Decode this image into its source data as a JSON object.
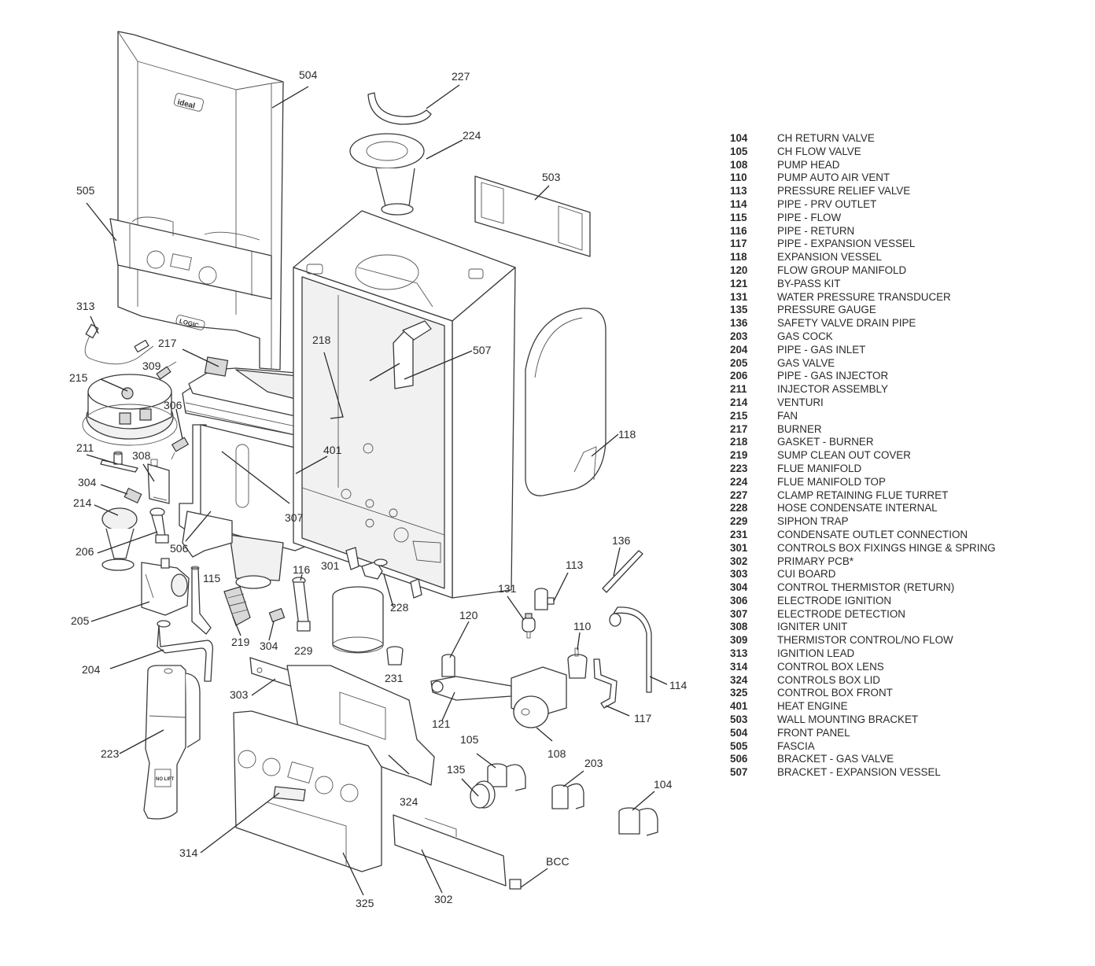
{
  "diagram": {
    "title": "Boiler exploded parts diagram",
    "brand_badge": "ideal",
    "model_badge": "LOGIC",
    "flue_badge": "NO LIFT",
    "callouts": {
      "c504": "504",
      "c505": "505",
      "c313": "313",
      "c217": "217",
      "c218": "218",
      "c309": "309",
      "c215": "215",
      "c306": "306",
      "c211": "211",
      "c308": "308",
      "c304a": "304",
      "c214": "214",
      "c206": "206",
      "c506": "506",
      "c307": "307",
      "c401": "401",
      "c205": "205",
      "c115": "115",
      "c219": "219",
      "c304b": "304",
      "c116": "116",
      "c301": "301",
      "c228": "228",
      "c229": "229",
      "c231": "231",
      "c204": "204",
      "c303": "303",
      "c223": "223",
      "c314": "314",
      "c324": "324",
      "c325": "325",
      "c302": "302",
      "c227": "227",
      "c224": "224",
      "c503": "503",
      "c507": "507",
      "c118": "118",
      "c136": "136",
      "c113": "113",
      "c131": "131",
      "c120": "120",
      "c110": "110",
      "c114": "114",
      "c117": "117",
      "c121": "121",
      "c108": "108",
      "c105": "105",
      "c135": "135",
      "c203": "203",
      "c104": "104",
      "cBCC": "BCC"
    }
  },
  "parts_list": [
    {
      "num": "104",
      "desc": "CH RETURN VALVE"
    },
    {
      "num": "105",
      "desc": "CH FLOW VALVE"
    },
    {
      "num": "108",
      "desc": "PUMP HEAD"
    },
    {
      "num": "110",
      "desc": "PUMP AUTO AIR VENT"
    },
    {
      "num": "113",
      "desc": "PRESSURE RELIEF VALVE"
    },
    {
      "num": "114",
      "desc": "PIPE - PRV OUTLET"
    },
    {
      "num": "115",
      "desc": "PIPE - FLOW"
    },
    {
      "num": "116",
      "desc": "PIPE - RETURN"
    },
    {
      "num": "117",
      "desc": "PIPE - EXPANSION VESSEL"
    },
    {
      "num": "118",
      "desc": "EXPANSION VESSEL"
    },
    {
      "num": "120",
      "desc": "FLOW GROUP MANIFOLD"
    },
    {
      "num": "121",
      "desc": "BY-PASS KIT"
    },
    {
      "num": "131",
      "desc": "WATER PRESSURE TRANSDUCER"
    },
    {
      "num": "135",
      "desc": "PRESSURE GAUGE"
    },
    {
      "num": "136",
      "desc": "SAFETY VALVE DRAIN PIPE"
    },
    {
      "num": "203",
      "desc": "GAS COCK"
    },
    {
      "num": "204",
      "desc": "PIPE - GAS INLET"
    },
    {
      "num": "205",
      "desc": "GAS VALVE"
    },
    {
      "num": "206",
      "desc": "PIPE - GAS INJECTOR"
    },
    {
      "num": "211",
      "desc": "INJECTOR ASSEMBLY"
    },
    {
      "num": "214",
      "desc": "VENTURI"
    },
    {
      "num": "215",
      "desc": "FAN"
    },
    {
      "num": "217",
      "desc": "BURNER"
    },
    {
      "num": "218",
      "desc": "GASKET - BURNER"
    },
    {
      "num": "219",
      "desc": "SUMP CLEAN OUT COVER"
    },
    {
      "num": "223",
      "desc": "FLUE MANIFOLD"
    },
    {
      "num": "224",
      "desc": "FLUE MANIFOLD TOP"
    },
    {
      "num": "227",
      "desc": "CLAMP RETAINING FLUE TURRET"
    },
    {
      "num": "228",
      "desc": "HOSE CONDENSATE INTERNAL"
    },
    {
      "num": "229",
      "desc": "SIPHON TRAP"
    },
    {
      "num": "231",
      "desc": "CONDENSATE OUTLET CONNECTION"
    },
    {
      "num": "301",
      "desc": "CONTROLS BOX FIXINGS  HINGE & SPRING"
    },
    {
      "num": "302",
      "desc": "PRIMARY PCB*"
    },
    {
      "num": "303",
      "desc": "CUI BOARD"
    },
    {
      "num": "304",
      "desc": "CONTROL THERMISTOR (RETURN)"
    },
    {
      "num": "306",
      "desc": "ELECTRODE IGNITION"
    },
    {
      "num": "307",
      "desc": "ELECTRODE DETECTION"
    },
    {
      "num": "308",
      "desc": "IGNITER UNIT"
    },
    {
      "num": "309",
      "desc": "THERMISTOR CONTROL/NO FLOW"
    },
    {
      "num": "313",
      "desc": "IGNITION LEAD"
    },
    {
      "num": "314",
      "desc": "CONTROL BOX LENS"
    },
    {
      "num": "324",
      "desc": "CONTROLS BOX LID"
    },
    {
      "num": "325",
      "desc": "CONTROL BOX FRONT"
    },
    {
      "num": "401",
      "desc": "HEAT ENGINE"
    },
    {
      "num": "503",
      "desc": "WALL MOUNTING BRACKET"
    },
    {
      "num": "504",
      "desc": "FRONT PANEL"
    },
    {
      "num": "505",
      "desc": "FASCIA"
    },
    {
      "num": "506",
      "desc": "BRACKET - GAS VALVE"
    },
    {
      "num": "507",
      "desc": "BRACKET - EXPANSION VESSEL"
    }
  ]
}
